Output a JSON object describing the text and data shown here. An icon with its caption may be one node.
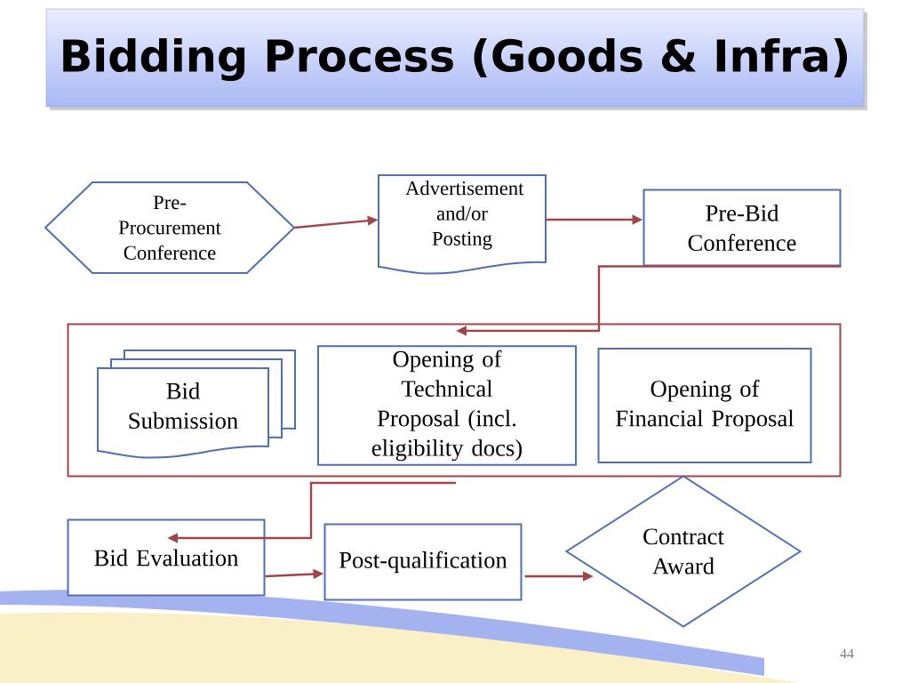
{
  "diagram": {
    "title": "Bidding Process (Goods & Infra)",
    "nodes": [
      {
        "text": [
          "Pre-Procurement Conference"
        ]
      },
      {
        "text": [
          "Advertisement and/or Posting"
        ]
      },
      {
        "text": [
          "Pre-Bid Conference"
        ]
      },
      {
        "text": [],
        "shape": "box"
      },
      {
        "text": [
          "Bid Submission"
        ],
        "in": 3
      },
      {
        "text": [
          "Opening of Technical Proposal (incl. eligibility docs)"
        ],
        "in": 3
      },
      {
        "text": [
          "Opening of Financial Proposal"
        ],
        "in": 3
      },
      {
        "text": [
          "Bid Evaluation"
        ]
      },
      {
        "text": [
          "Post-qualification"
        ]
      },
      {
        "text": [
          "Contract Award"
        ]
      }
    ],
    "edges": [
      {
        "from": 0,
        "to": 1,
        "arrow": "to"
      },
      {
        "from": 1,
        "to": 2,
        "arrow": "to"
      },
      {
        "from": 2,
        "to": 3,
        "arrow": "to"
      },
      {
        "from": 3,
        "to": 7,
        "arrow": "to"
      },
      {
        "from": 7,
        "to": 8,
        "arrow": "to"
      },
      {
        "from": 8,
        "to": 9,
        "arrow": "to"
      }
    ],
    "labels": [
      "44"
    ]
  }
}
